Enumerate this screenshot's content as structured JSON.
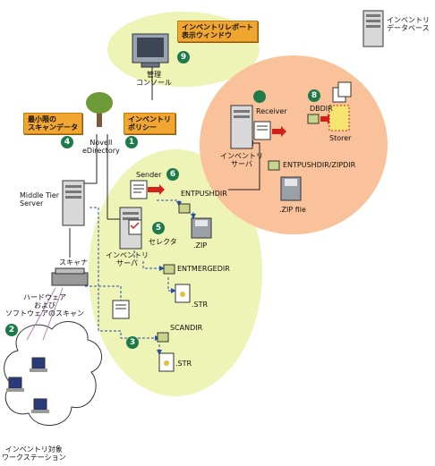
{
  "labels": {
    "inventory_report_window": "インベントリレポート\n表示ウィンドウ",
    "management_console": "管理\nコンソール",
    "inventory_database": "インベントリ\nデータベース",
    "minimal_scan_data": "最小限の\nスキャンデータ",
    "novell_edirectory": "Novell\neDirectory",
    "inventory_policy": "インベントリ\nポリシー",
    "middle_tier_server": "Middle Tier\nServer",
    "scanner": "スキャナ",
    "hw_sw_scan": "ハードウェア\nおよび\nソフトウェアのスキャン",
    "inventory_workstations": "インベントリ対象\nワークステーション",
    "sender": "Sender",
    "entpushdir": "ENTPUSHDIR",
    "zip": ".ZIP",
    "selector": "セレクタ",
    "inventory_server_left": "インベントリ\nサーバ",
    "entmergedir": "ENTMERGEDIR",
    "str1": ".STR",
    "scandir": "SCANDIR",
    "str2": ".STR",
    "receiver": "Receiver",
    "dbdir": "DBDIR",
    "storer": "Storer",
    "inventory_server_right": "インベントリ\nサーバ",
    "entpushdir_zipdir": "ENTPUSHDIR/ZIPDIR",
    "zip_file": ".ZIP file"
  },
  "badges": {
    "b1": "1",
    "b2": "2",
    "b3": "3",
    "b4": "4",
    "b5": "5",
    "b6": "6",
    "b8": "8",
    "b9": "9"
  },
  "colors": {
    "green_area": "#eef3b6",
    "orange_area": "#f9c29a",
    "tag_orange": "#f0a630",
    "badge_green": "#1f7a4a",
    "flow_blue": "#2a4fa8",
    "arrow_red": "#d2201a"
  }
}
